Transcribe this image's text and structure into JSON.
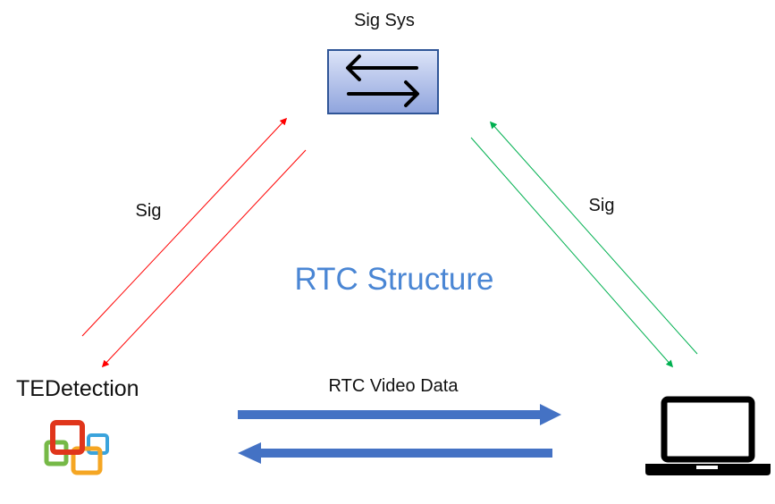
{
  "diagram": {
    "title": "RTC Structure",
    "server_label": "Sig Sys",
    "client_left_label": "TEDetection",
    "left_link_label": "Sig",
    "right_link_label": "Sig",
    "bottom_link_label": "RTC Video Data"
  },
  "colors": {
    "title": "#4a86d4",
    "left_signal": "#ff0000",
    "right_signal": "#00b050",
    "video_stream": "#4472c4",
    "server_box_fill_top": "#dde4f8",
    "server_box_fill_bottom": "#8fa4dd",
    "server_box_stroke": "#2f5597",
    "logo_red": "#e0351b",
    "logo_blue": "#3aa3dc",
    "logo_green": "#76b947",
    "logo_orange": "#f5a623"
  }
}
